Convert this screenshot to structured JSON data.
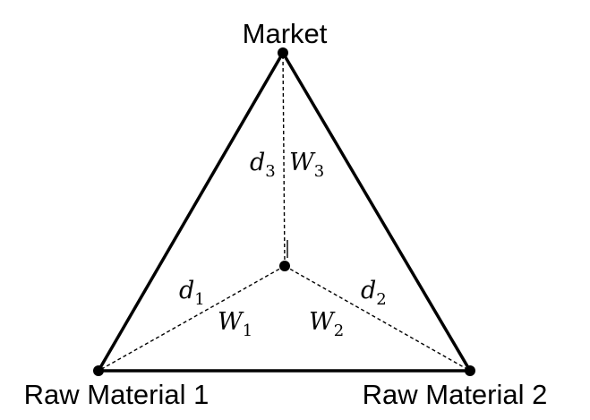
{
  "diagram": {
    "vertices": {
      "market": {
        "label": "Market"
      },
      "raw_material_1": {
        "label": "Raw Material 1"
      },
      "raw_material_2": {
        "label": "Raw Material 2"
      }
    },
    "distances": {
      "d1": {
        "symbol": "d",
        "subscript": "1"
      },
      "d2": {
        "symbol": "d",
        "subscript": "2"
      },
      "d3": {
        "symbol": "d",
        "subscript": "3"
      }
    },
    "weights": {
      "w1": {
        "symbol": "W",
        "subscript": "1"
      },
      "w2": {
        "symbol": "W",
        "subscript": "2"
      },
      "w3": {
        "symbol": "W",
        "subscript": "3"
      }
    },
    "colors": {
      "stroke": "#000000",
      "background": "#ffffff"
    }
  }
}
